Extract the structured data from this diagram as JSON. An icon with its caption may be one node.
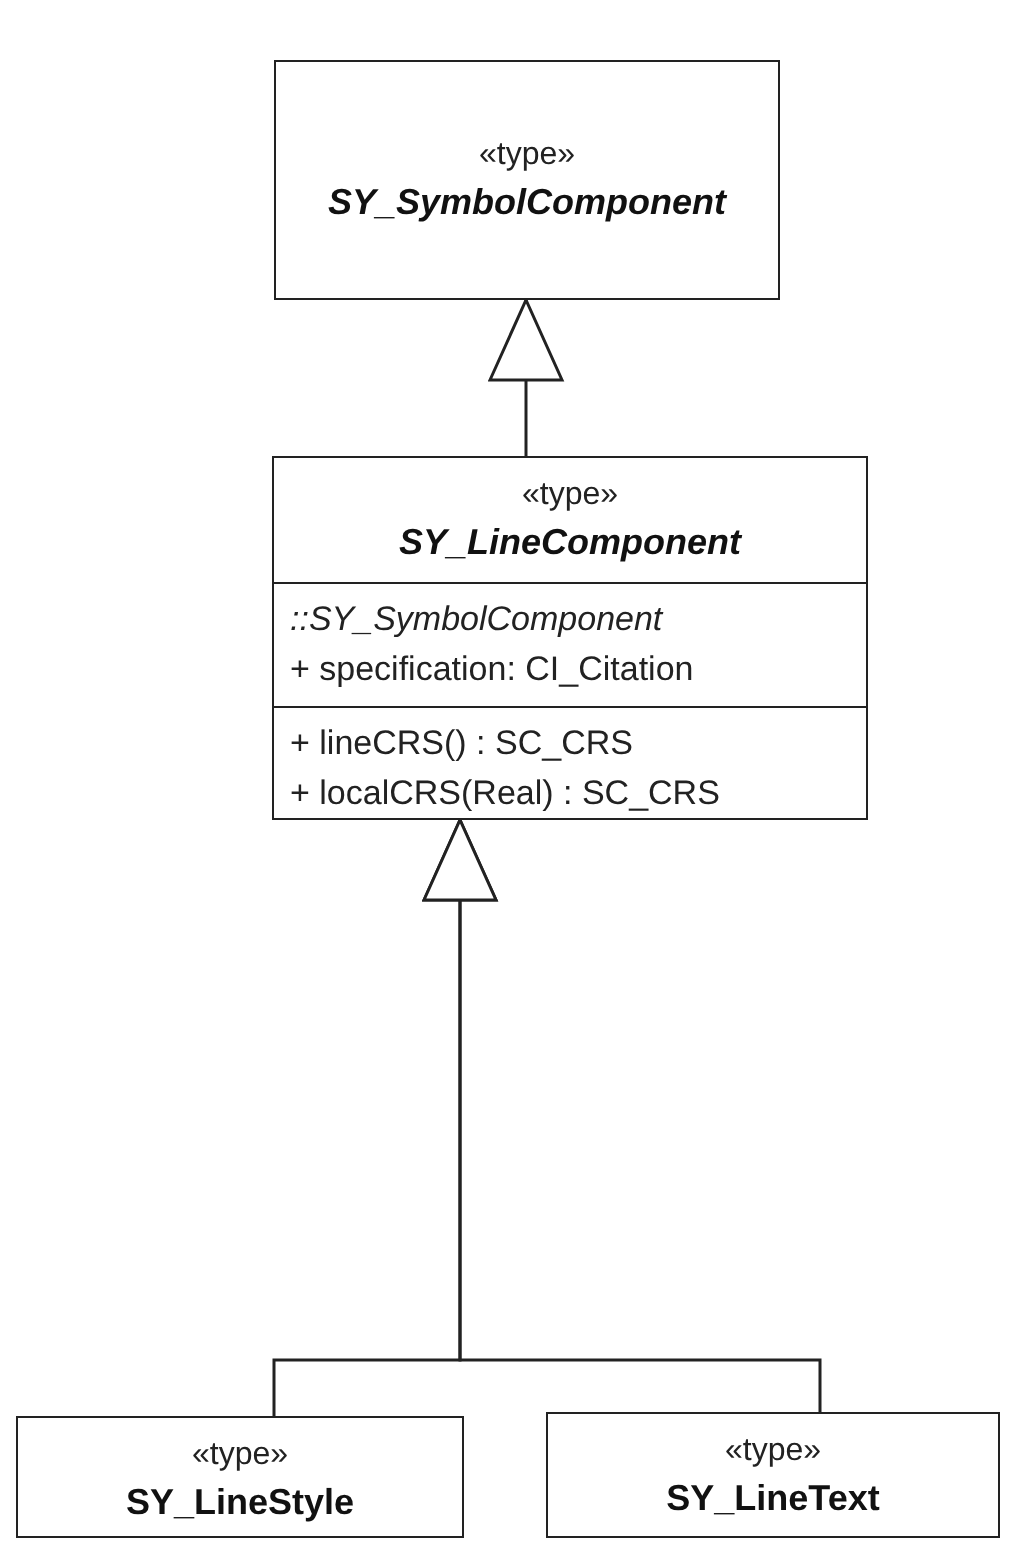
{
  "diagram": {
    "nodes": [
      {
        "text": [
          "«type»",
          "SY_SymbolComponent"
        ]
      },
      {
        "text": [
          "«type»",
          "SY_LineComponent",
          "::SY_SymbolComponent",
          "+ specification: CI_Citation",
          "+ lineCRS() : SC_CRS",
          "+ localCRS(Real) : SC_CRS"
        ]
      },
      {
        "text": [
          "«type»",
          "SY_LineStyle"
        ]
      },
      {
        "text": [
          "«type»",
          "SY_LineText"
        ]
      }
    ],
    "edges": [
      {
        "from": 1,
        "to": 0,
        "arrow": "to"
      },
      {
        "from": 2,
        "to": 1,
        "arrow": "to"
      },
      {
        "from": 3,
        "to": 1,
        "arrow": "to"
      }
    ]
  }
}
